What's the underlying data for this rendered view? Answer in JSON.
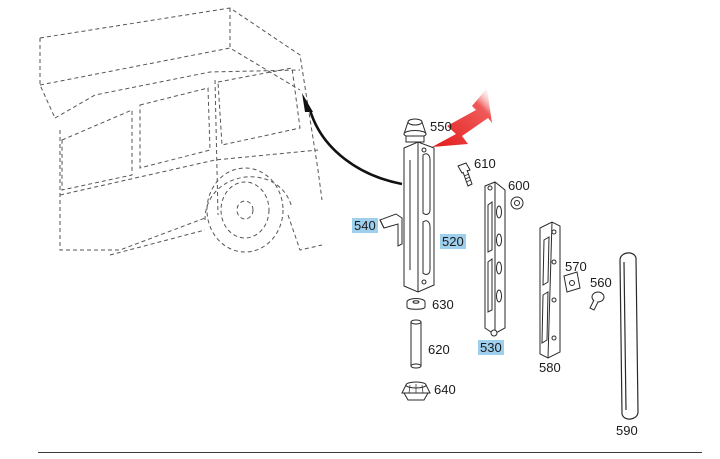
{
  "diagram": {
    "labels": {
      "p550": "550",
      "p610": "610",
      "p600": "600",
      "p540": "540",
      "p520": "520",
      "p570": "570",
      "p560": "560",
      "p630": "630",
      "p620": "620",
      "p530": "530",
      "p580": "580",
      "p640": "640",
      "p590": "590"
    },
    "highlighted": [
      "540",
      "520",
      "530"
    ],
    "colors": {
      "highlight": "#9ed0ee",
      "arrow": "#e31b1b",
      "line": "#2a2a2a",
      "dashed": "#555555"
    }
  }
}
